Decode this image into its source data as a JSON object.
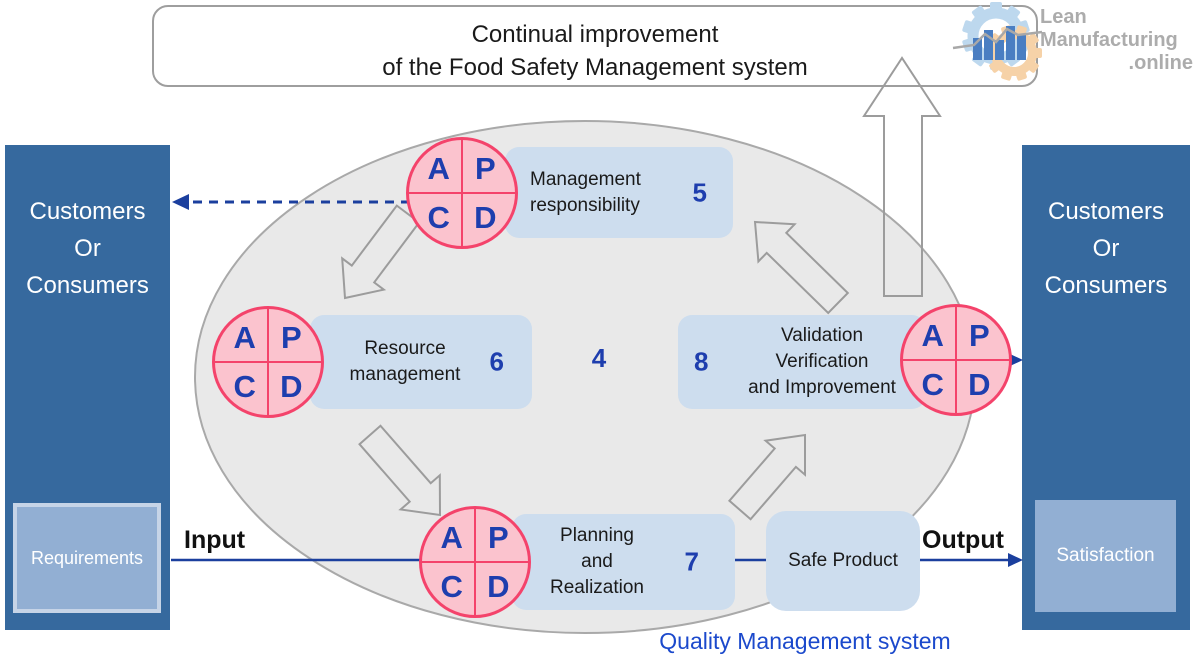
{
  "title_box": {
    "line1": "Continual improvement",
    "line2": "of the Food Safety Management system"
  },
  "logo": {
    "line1": "Lean",
    "line2": "Manufacturing",
    "line3": ".online"
  },
  "left_panel": {
    "line1": "Customers",
    "line2": "Or",
    "line3": "Consumers",
    "inner_label": "Requirements"
  },
  "right_panel": {
    "line1": "Customers",
    "line2": "Or",
    "line3": "Consumers",
    "inner_label": "Satisfaction"
  },
  "flow": {
    "input_label": "Input",
    "output_label": "Output"
  },
  "pdca": {
    "a": "A",
    "p": "P",
    "c": "C",
    "d": "D"
  },
  "stages": {
    "management": {
      "line1": "Management",
      "line2": "responsibility",
      "number": "5"
    },
    "resource": {
      "line1": "Resource",
      "line2": "management",
      "number": "6"
    },
    "validation": {
      "line1": "Validation",
      "line2": "Verification",
      "line3": "and Improvement",
      "number": "8"
    },
    "planning": {
      "line1": "Planning",
      "line2": "and",
      "line3": "Realization",
      "number": "7"
    }
  },
  "center_number": "4",
  "safe_product_label": "Safe Product",
  "footer_label": "Quality Management system",
  "colors": {
    "panel_blue": "#36699E",
    "inner_panel_blue": "#92AFD3",
    "stage_box_blue": "#CDDDEE",
    "pdca_fill": "#FBC3CE",
    "pdca_border": "#F4436B",
    "accent_text_blue": "#1E3EAE",
    "flow_line_blue": "#1B3F9E",
    "ellipse_gray": "#E9E9E9",
    "arrow_outline_gray": "#9C9C9C",
    "footer_blue": "#1B49CC",
    "logo_gray": "#ACACAC",
    "logo_gear_blue": "#BDD8EE",
    "logo_gear_orange": "#F6D2A8"
  }
}
